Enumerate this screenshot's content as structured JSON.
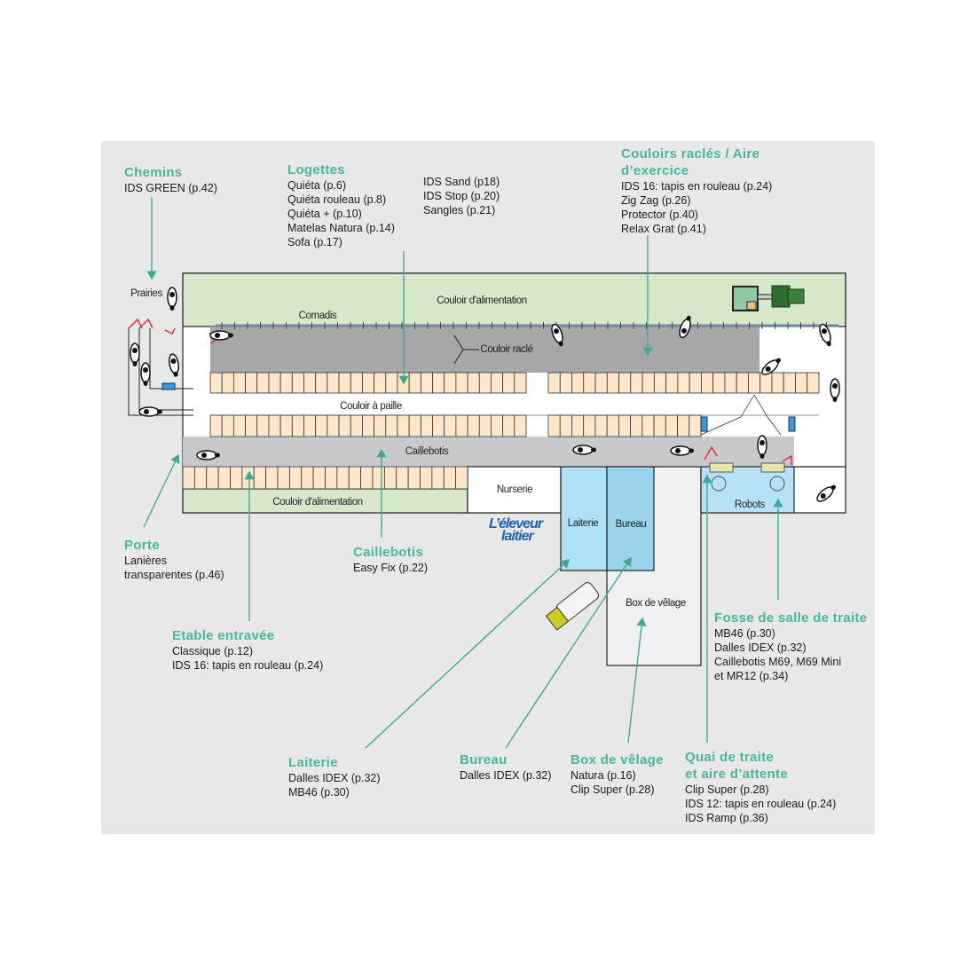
{
  "callouts": {
    "chemins": {
      "title": "Chemins",
      "items": [
        "IDS GREEN (p.42)"
      ]
    },
    "logettes": {
      "title": "Logettes",
      "items": [
        "Quiéta (p.6)",
        "Quiéta rouleau (p.8)",
        "Quiéta + (p.10)",
        "Matelas Natura (p.14)",
        "Sofa (p.17)"
      ],
      "items2": [
        "IDS Sand (p18)",
        "IDS Stop (p.20)",
        "Sangles (p.21)"
      ]
    },
    "couloirs": {
      "title": "Couloirs raclés / Aire d’exercice",
      "items": [
        "IDS 16: tapis en rouleau (p.24)",
        "Zig Zag (p.26)",
        "Protector (p.40)",
        "Relax Grat (p.41)"
      ]
    },
    "porte": {
      "title": "Porte",
      "items": [
        "Lanières",
        "transparentes (p.46)"
      ]
    },
    "caillebotis": {
      "title": "Caillebotis",
      "items": [
        "Easy Fix (p.22)"
      ]
    },
    "etable": {
      "title": "Etable entravée",
      "items": [
        "Classique (p.12)",
        "IDS 16: tapis en rouleau (p.24)"
      ]
    },
    "fosse": {
      "title": "Fosse de salle de traite",
      "items": [
        "MB46 (p.30)",
        "Dalles IDEX (p.32)",
        "Caillebotis M69, M69 Mini",
        "et MR12 (p.34)"
      ]
    },
    "laiterie": {
      "title": "Laiterie",
      "items": [
        "Dalles IDEX (p.32)",
        "MB46 (p.30)"
      ]
    },
    "bureau": {
      "title": "Bureau",
      "items": [
        "Dalles IDEX (p.32)"
      ]
    },
    "box": {
      "title": "Box de vêlage",
      "items": [
        "Natura (p.16)",
        "Clip Super (p.28)"
      ]
    },
    "quai": {
      "title": "Quai de traite",
      "title2": "et aire d’attente",
      "items": [
        "Clip Super (p.28)",
        "IDS 12: tapis en rouleau (p.24)",
        "IDS Ramp (p.36)"
      ]
    }
  },
  "plan": {
    "prairies": "Prairies",
    "feed_top": "Couloir d'alimentation",
    "cornadis": "Cornadis",
    "scraped": "Couloir raclé",
    "straw": "Couloir à paille",
    "slats": "Caillebotis",
    "feed_bottom": "Couloir d'alimentation",
    "nursery": "Nurserie",
    "dairy": "Laiterie",
    "office": "Bureau",
    "calving": "Box de vêlage",
    "robots": "Robots"
  },
  "logo": {
    "line1": "L’éleveur",
    "line2": "laitier"
  },
  "colors": {
    "accent": "#4ab59b",
    "feed": "#d6e8c9",
    "scraped": "#a7a7a9",
    "slats": "#c9c9cb",
    "stall": "#fde6c9",
    "blue": "#aee0f6",
    "blue2": "#9bd3ec"
  }
}
